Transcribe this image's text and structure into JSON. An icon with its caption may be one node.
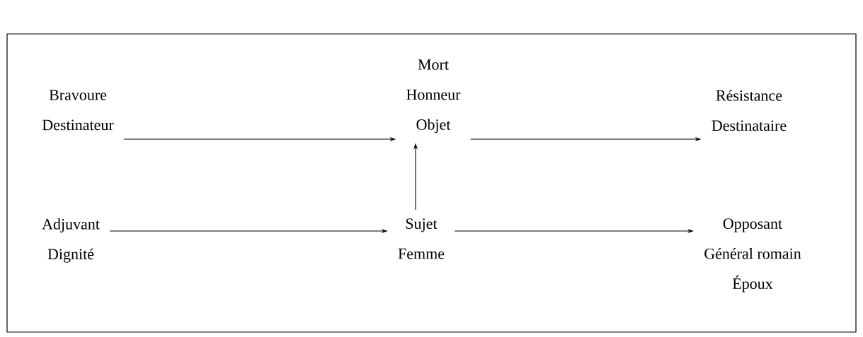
{
  "diagram": {
    "nodes": [
      {
        "text": [
          "Bravoure",
          "Destinateur"
        ]
      },
      {
        "text": [
          "Mort",
          "Honneur",
          "Objet"
        ]
      },
      {
        "text": [
          "Résistance",
          "Destinataire"
        ]
      },
      {
        "text": [
          "Adjuvant",
          "Dignité"
        ]
      },
      {
        "text": [
          "Sujet",
          "Femme"
        ]
      },
      {
        "text": [
          "Opposant",
          "Général romain",
          "Époux"
        ]
      }
    ],
    "edges": [
      {
        "from": 0,
        "to": 1,
        "arrow": "to"
      },
      {
        "from": 1,
        "to": 2,
        "arrow": "to"
      },
      {
        "from": 4,
        "to": 1,
        "arrow": "to"
      },
      {
        "from": 3,
        "to": 4,
        "arrow": "to"
      },
      {
        "from": 4,
        "to": 5,
        "arrow": "to"
      }
    ]
  }
}
